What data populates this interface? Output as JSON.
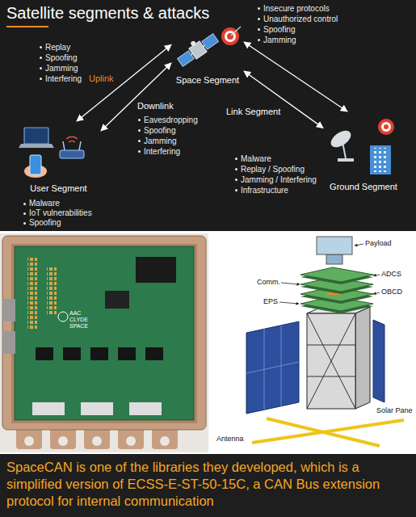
{
  "diagram": {
    "title": "Satellite segments & attacks",
    "caption": "SpaceCAN is one of the libraries they developed, which is a simplified version of ECSS-E-ST-50-15C, a CAN Bus extension protocol for internal communication",
    "nodes": [
      {
        "text": [
          "Space Segment"
        ]
      },
      {
        "text": [
          "User Segment"
        ]
      },
      {
        "text": [
          "Ground Segment"
        ]
      }
    ],
    "edges": [
      {
        "from": 1,
        "to": 0,
        "label": "Uplink",
        "arrow": "both"
      },
      {
        "from": 0,
        "to": 1,
        "label": "Downlink",
        "arrow": "both"
      },
      {
        "from": 0,
        "to": 2,
        "label": "Link Segment",
        "arrow": "both"
      },
      {
        "from": 0,
        "to": 2,
        "arrow": "both"
      }
    ],
    "labels": [
      "Insecure protocols",
      "Unauthorized control",
      "Spoofing",
      "Jamming",
      "Replay",
      "Spoofing",
      "Jamming",
      "Interfering",
      "Eavesdropping",
      "Spoofing",
      "Jamming",
      "Interfering",
      "Malware",
      "IoT vulnerabilities",
      "Spoofing",
      "Malware",
      "Replay / Spoofing",
      "Jamming / Interfering",
      "Infrastructure",
      "AAC CLYDE SPACE",
      "Payload",
      "ADCS",
      "OBCD",
      "Comm.",
      "EPS",
      "Solar Pane",
      "Antenna"
    ]
  }
}
